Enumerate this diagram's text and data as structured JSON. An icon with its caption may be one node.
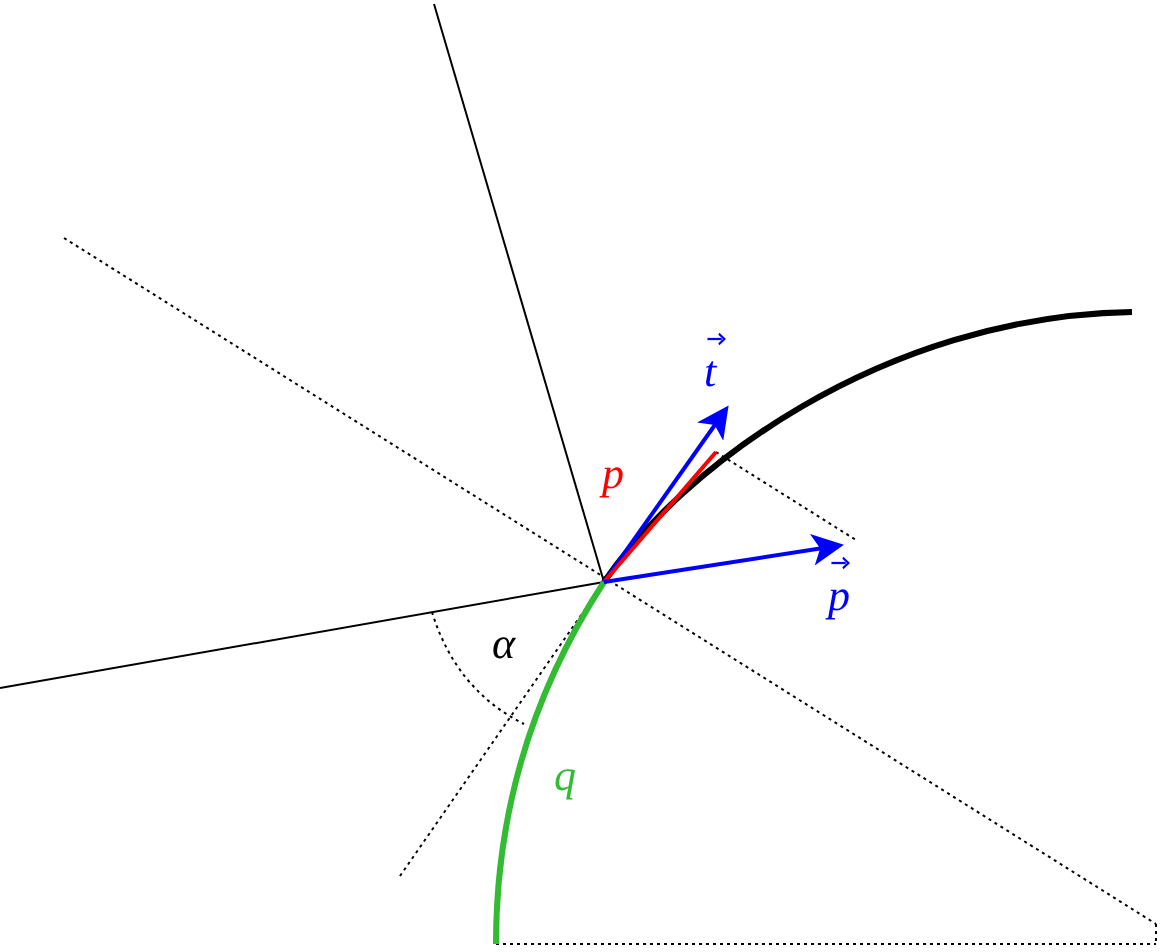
{
  "diagram": {
    "labels": [
      "t⃗",
      "p",
      "p⃗",
      "α",
      "q"
    ]
  }
}
